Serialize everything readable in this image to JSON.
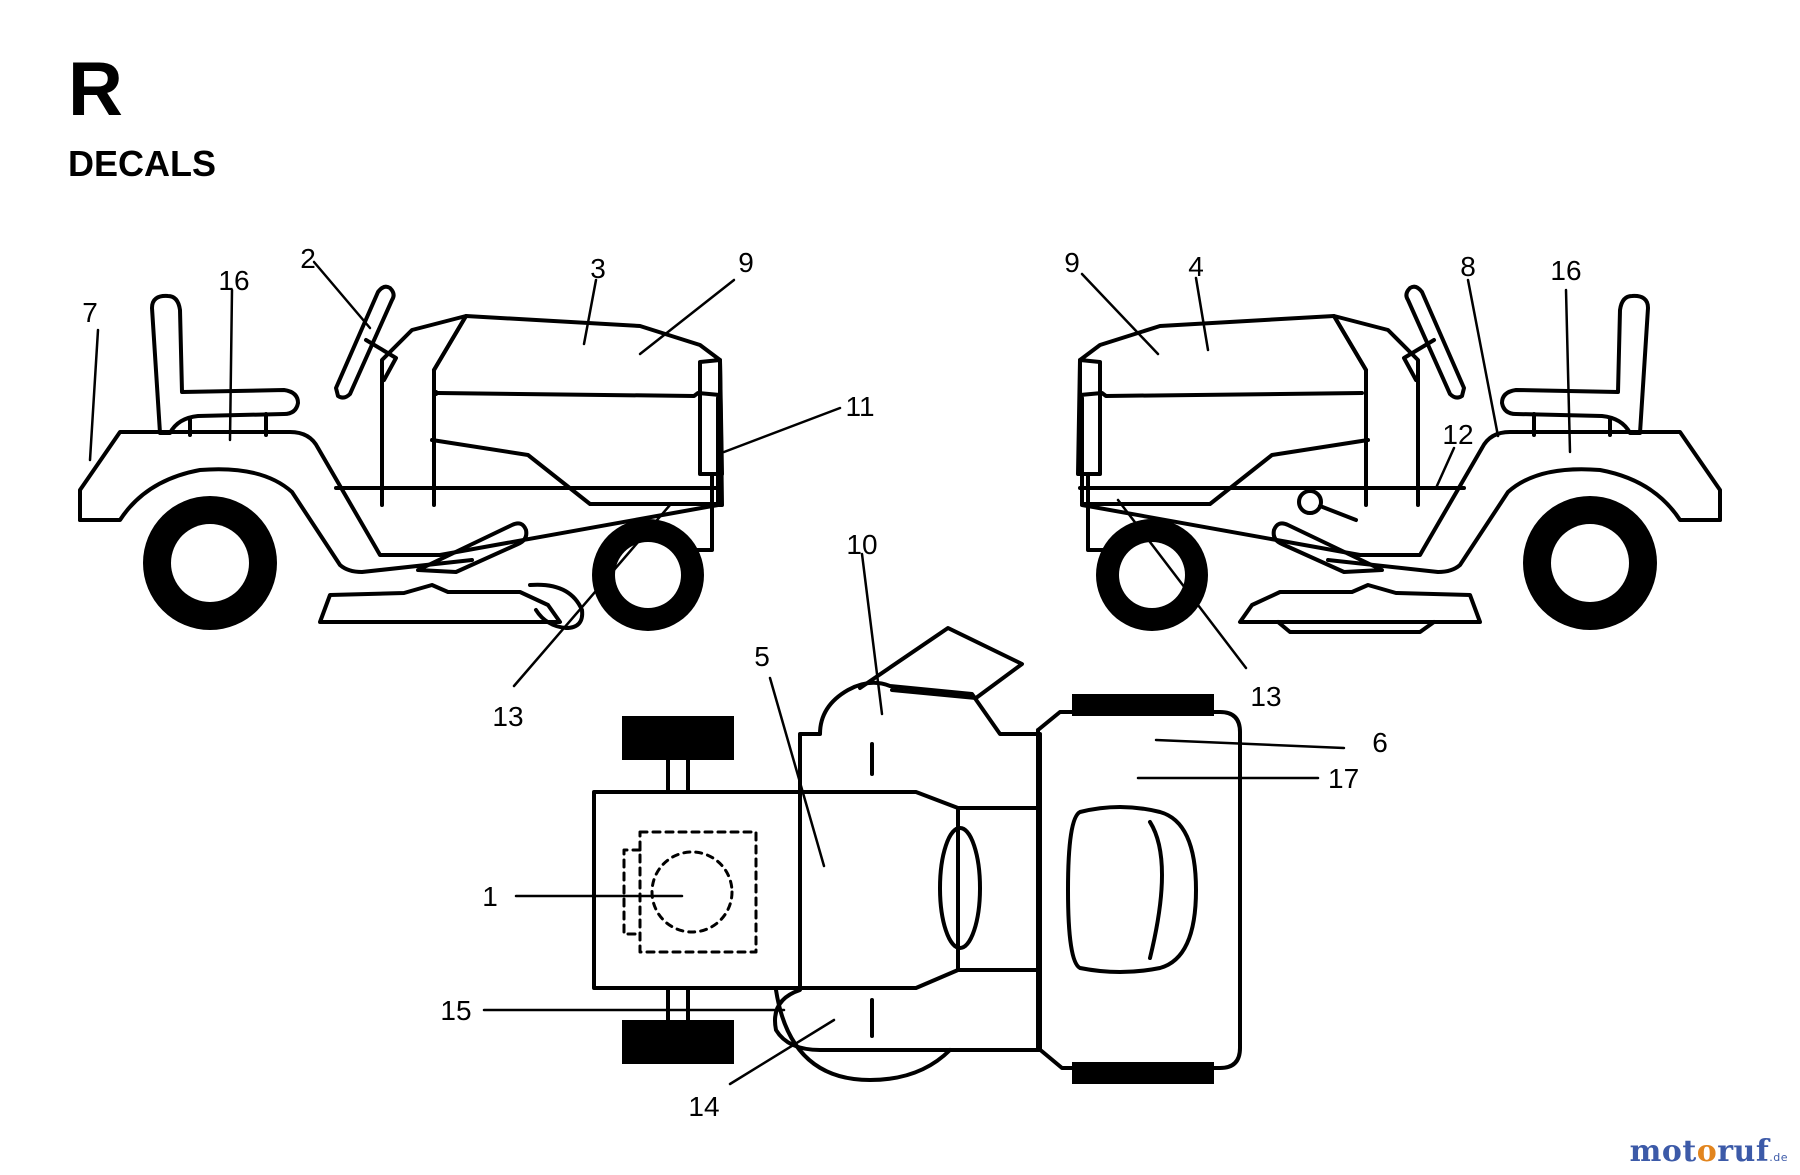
{
  "header": {
    "section_letter": "R",
    "section_title": "DECALS"
  },
  "callouts": [
    {
      "id": "c-7-left",
      "label": "7"
    },
    {
      "id": "c-16-left",
      "label": "16"
    },
    {
      "id": "c-2",
      "label": "2"
    },
    {
      "id": "c-3",
      "label": "3"
    },
    {
      "id": "c-9-left",
      "label": "9"
    },
    {
      "id": "c-11",
      "label": "11"
    },
    {
      "id": "c-13-left",
      "label": "13"
    },
    {
      "id": "c-9-right",
      "label": "9"
    },
    {
      "id": "c-4",
      "label": "4"
    },
    {
      "id": "c-8",
      "label": "8"
    },
    {
      "id": "c-16-right",
      "label": "16"
    },
    {
      "id": "c-12",
      "label": "12"
    },
    {
      "id": "c-13-right",
      "label": "13"
    },
    {
      "id": "c-10",
      "label": "10"
    },
    {
      "id": "c-5",
      "label": "5"
    },
    {
      "id": "c-6",
      "label": "6"
    },
    {
      "id": "c-17",
      "label": "17"
    },
    {
      "id": "c-1",
      "label": "1"
    },
    {
      "id": "c-15",
      "label": "15"
    },
    {
      "id": "c-14",
      "label": "14"
    }
  ],
  "watermark": {
    "part1": "mot",
    "part2": "o",
    "part3": "ruf",
    "tld": ".de"
  }
}
